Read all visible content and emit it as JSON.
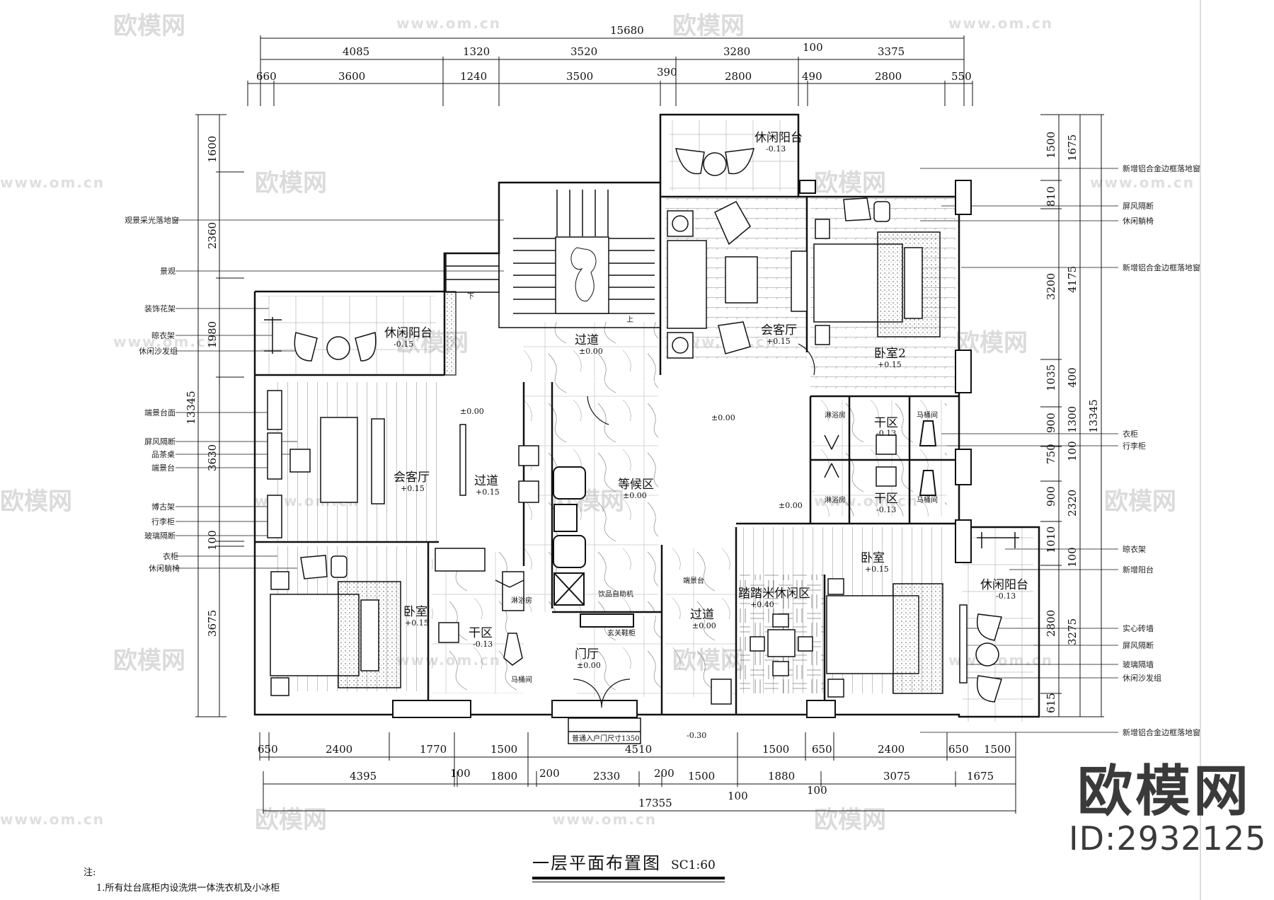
{
  "drawing": {
    "title": "一层平面布置图",
    "scale": "SC1:60",
    "notes_heading": "注:",
    "notes": [
      "1.所有灶台底柜内设洗烘一体洗衣机及小冰柜"
    ]
  },
  "watermark": {
    "brand": "欧模网",
    "id": "ID:2932125",
    "url": "www.om.cn",
    "logo_text": "欧模网"
  },
  "dimensions": {
    "top_total": "15680",
    "top_row1": [
      "4085",
      "1320",
      "3520",
      "3280",
      "100",
      "3375"
    ],
    "top_row2": [
      "660",
      "3600",
      "1240",
      "3500",
      "390",
      "2800",
      "490",
      "2800",
      "550"
    ],
    "bottom_row1": [
      "650",
      "2400",
      "1770",
      "1500",
      "4510",
      "1500",
      "650",
      "2400",
      "650",
      "1500"
    ],
    "bottom_row2": [
      "4395",
      "100",
      "1800",
      "200",
      "2330",
      "200",
      "1500",
      "100",
      "1880",
      "100",
      "3075",
      "1675"
    ],
    "bottom_total": "17355",
    "left_total": "13345",
    "left_inner": [
      "1600",
      "2360",
      "1980",
      "3630",
      "100",
      "3675"
    ],
    "right_inner1": [
      "1500",
      "810",
      "3200",
      "1035",
      "900",
      "750",
      "900",
      "1010",
      "2800",
      "615"
    ],
    "right_inner2": [
      "1675",
      "4175",
      "400",
      "1300",
      "100",
      "2320",
      "100",
      "3275"
    ],
    "right_total": "13345",
    "entry_width_note": "普通入户门尺寸1350",
    "entry_level": "-0.30"
  },
  "rooms": [
    {
      "name": "休闲阳台",
      "level": "-0.13",
      "id": "top-balcony"
    },
    {
      "name": "休闲阳台",
      "level": "-0.15",
      "id": "left-balcony"
    },
    {
      "name": "过道",
      "level": "±0.00",
      "id": "stair-corridor"
    },
    {
      "name": "会客厅",
      "level": "+0.15",
      "id": "upper-living"
    },
    {
      "name": "卧室2",
      "level": "+0.15",
      "id": "bedroom-2"
    },
    {
      "name": "会客厅",
      "level": "+0.15",
      "id": "left-living"
    },
    {
      "name": "过道",
      "level": "+0.15",
      "id": "left-corridor"
    },
    {
      "name": "等候区",
      "level": "±0.00",
      "id": "waiting-area"
    },
    {
      "name": "干区",
      "level": "-0.13",
      "id": "dry-zone-upper"
    },
    {
      "name": "干区",
      "level": "-0.13",
      "id": "dry-zone-lower"
    },
    {
      "name": "卧室",
      "level": "+0.15",
      "id": "left-bedroom"
    },
    {
      "name": "干区",
      "level": "-0.13",
      "id": "left-dry-zone"
    },
    {
      "name": "门厅",
      "level": "±0.00",
      "id": "foyer"
    },
    {
      "name": "过道",
      "level": "±0.00",
      "id": "center-corridor"
    },
    {
      "name": "踏踏米休闲区",
      "level": "+0.40",
      "id": "tatami"
    },
    {
      "name": "卧室",
      "level": "+0.15",
      "id": "right-bedroom"
    },
    {
      "name": "休闲阳台",
      "level": "-0.13",
      "id": "right-balcony"
    }
  ],
  "small_labels": {
    "shower_room": "淋浴房",
    "toilet_room": "马桶间",
    "entry_cabinet": "玄关鞋柜",
    "drink_machine": "饮品自助机",
    "side_table": "端景台",
    "level_00": "±0.00",
    "up": "上",
    "down": "下"
  },
  "callouts_left": [
    "观景采光落地窗",
    "景观",
    "装饰花架",
    "晾衣架",
    "休闲沙发组",
    "端景台面",
    "屏风隔断",
    "品茶桌",
    "端景台",
    "博古架",
    "行李柜",
    "玻璃隔断",
    "衣柜",
    "休闲躺椅"
  ],
  "callouts_right": [
    "新增铝合金边框落地窗",
    "屏风隔断",
    "休闲躺椅",
    "新增铝合金边框落地窗",
    "衣柜",
    "行李柜",
    "晾衣架",
    "新增阳台",
    "实心砖墙",
    "屏风隔断",
    "玻璃隔墙",
    "休闲沙发组",
    "新增铝合金边框落地窗"
  ]
}
